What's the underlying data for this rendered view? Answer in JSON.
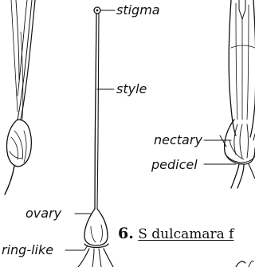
{
  "labels": {
    "stigma": "stigma",
    "style": "style",
    "nectary": "nectary",
    "pedicel": "pedicel",
    "ovary": "ovary",
    "ring_like": "ring-like"
  },
  "caption": {
    "number": "6.",
    "title": "S dulcamara f"
  },
  "colors": {
    "ink": "#111111",
    "background": "#ffffff"
  }
}
